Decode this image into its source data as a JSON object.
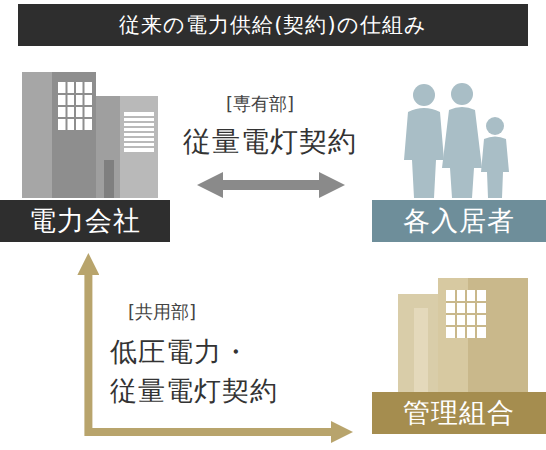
{
  "diagram": {
    "title": "従来の電力供給(契約)の仕組み",
    "nodes": [
      {
        "text": [
          "電力会社"
        ]
      },
      {
        "text": [
          "各入居者"
        ]
      },
      {
        "text": [
          "管理組合"
        ]
      }
    ],
    "edges": [
      {
        "from": 0,
        "to": 1,
        "arrow": "both",
        "label": "従量電灯契約"
      },
      {
        "from": 0,
        "to": 2,
        "arrow": "both",
        "label": "低圧電力・ 従量電灯契約"
      }
    ],
    "labels": [
      "[専有部]",
      "[共用部]"
    ]
  }
}
